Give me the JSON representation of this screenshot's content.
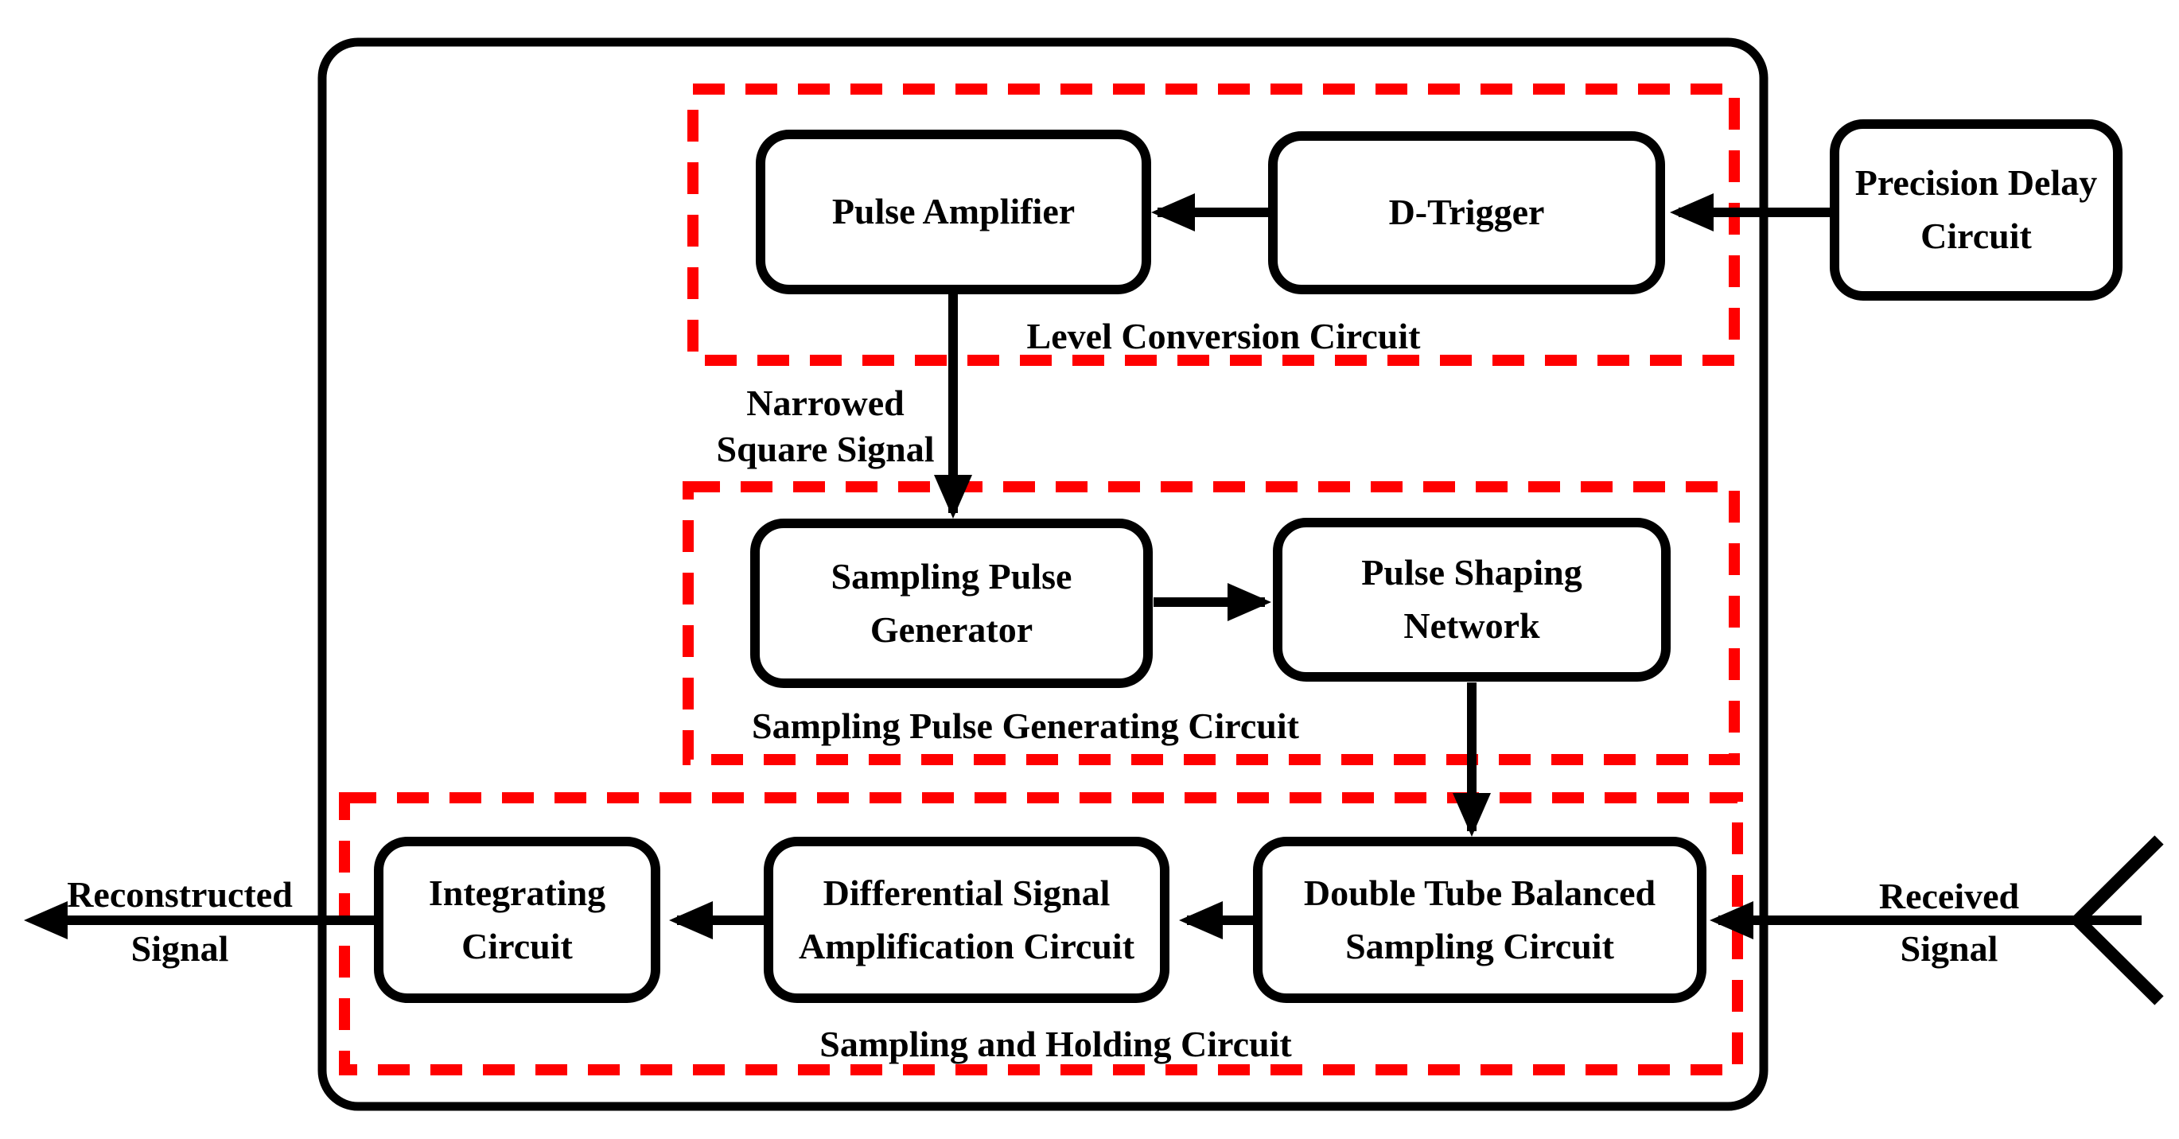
{
  "blocks": {
    "pulse_amplifier": "Pulse Amplifier",
    "d_trigger": "D-Trigger",
    "precision_delay": "Precision Delay Circuit",
    "sampling_pulse_generator": "Sampling Pulse Generator",
    "pulse_shaping_network": "Pulse Shaping Network",
    "integrating": "Integrating Circuit",
    "differential": "Differential Signal Amplification Circuit",
    "double_tube": "Double Tube Balanced Sampling Circuit"
  },
  "groups": {
    "level_conversion": "Level Conversion Circuit",
    "sampling_pulse_generating": "Sampling Pulse Generating Circuit",
    "sampling_and_holding": "Sampling and Holding Circuit"
  },
  "signals": {
    "narrowed": [
      "Narrowed",
      "Square Signal"
    ],
    "reconstructed": [
      "Reconstructed",
      "Signal"
    ],
    "received": [
      "Received",
      "Signal"
    ]
  },
  "colors": {
    "group_outline": "#FF0000",
    "line": "#000000",
    "background": "#FFFFFF"
  }
}
